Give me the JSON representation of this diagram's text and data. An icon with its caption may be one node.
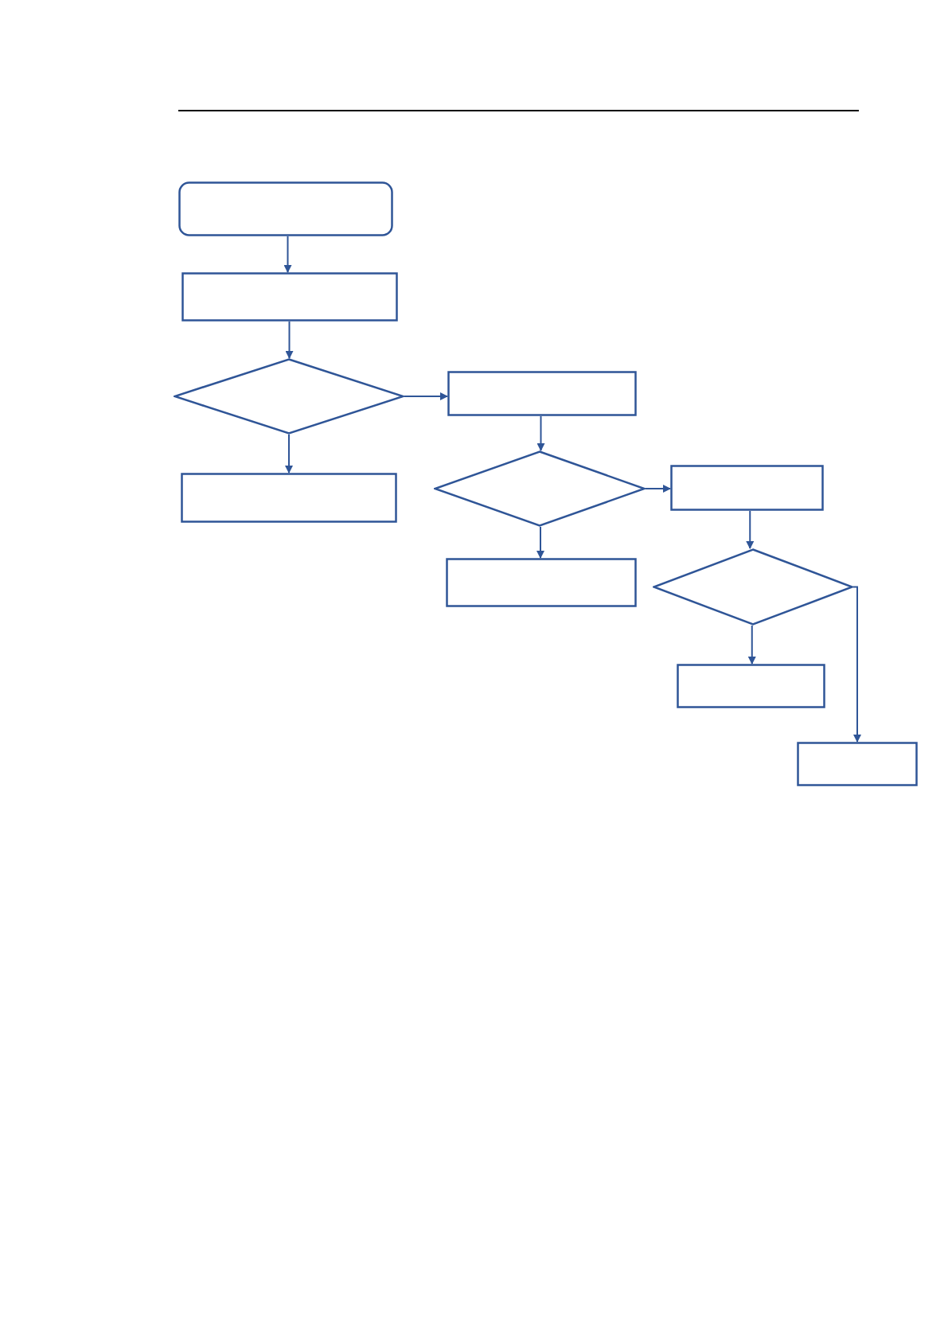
{
  "diagram": {
    "nodes": [
      {
        "text": [],
        "shape": "box"
      },
      {
        "text": [],
        "shape": "box"
      },
      {
        "text": [],
        "shape": "diamond"
      },
      {
        "text": [],
        "shape": "box"
      },
      {
        "text": [],
        "shape": "box"
      },
      {
        "text": [],
        "shape": "diamond"
      },
      {
        "text": [],
        "shape": "box"
      },
      {
        "text": [],
        "shape": "box"
      },
      {
        "text": [],
        "shape": "diamond"
      },
      {
        "text": [],
        "shape": "box"
      },
      {
        "text": [],
        "shape": "box"
      }
    ],
    "edges": [
      {
        "from": 0,
        "to": 1,
        "arrow": "to"
      },
      {
        "from": 1,
        "to": 2,
        "arrow": "to"
      },
      {
        "from": 2,
        "to": 3,
        "arrow": "to"
      },
      {
        "from": 2,
        "to": 4,
        "arrow": "to"
      },
      {
        "from": 3,
        "to": 5,
        "arrow": "to"
      },
      {
        "from": 5,
        "to": 6,
        "arrow": "to"
      },
      {
        "from": 5,
        "to": 7,
        "arrow": "to"
      },
      {
        "from": 6,
        "to": 8,
        "arrow": "to"
      },
      {
        "from": 8,
        "to": 9,
        "arrow": "to"
      },
      {
        "from": 8,
        "to": 10,
        "arrow": "to"
      }
    ]
  }
}
